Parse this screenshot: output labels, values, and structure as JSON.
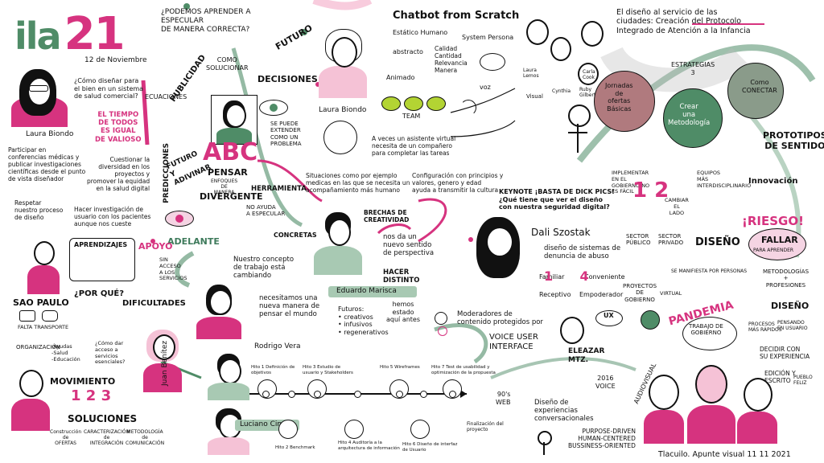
{
  "header": {
    "logo_text": "ila",
    "logo_number": "21",
    "date": "12 de Noviembre"
  },
  "speaker1": {
    "name": "Laura Biondo",
    "question": "¿Cómo diseñar para\nel bien en un sistema\nde salud comercial?",
    "quote": "EL TIEMPO\nDE TODOS\nES IGUAL\nDE VALIOSO",
    "note1": "Participar en\nconferencias médicas y\npublicar investigaciones\ncientíficas desde el punto\nde vista diseñador",
    "note2": "Cuestionar la\ndiversidad en los\nproyectos y\npromover la equidad\nen la salud digital",
    "note3": "Respetar\nnuestro proceso\nde diseño",
    "note4": "Hacer investigación de\nusuario con los pacientes\naunque nos cueste"
  },
  "center_top": {
    "question": "¿PODEMOS APRENDER A\nESPECULAR\nDE MANERA CORRECTA?",
    "solve": "COMO\nSOLUCIONAR",
    "futuro": "FUTURO",
    "decisiones": "DECISIONES",
    "publicidad": "PUBLICIDAD",
    "ecuaciones": "ECUACIONES",
    "predicciones": "PREDICCIONES",
    "futuro_adivinar": "FUTURO\nY\nADIVINAR",
    "abc": "ABC",
    "pensar": "PENSAR",
    "pensar_sub": "ENFOQUES\nDE\nMANERA",
    "divergente": "DIVERGENTE",
    "herramienta": "HERRAMIENTA",
    "especular": "NO AYUDA\nA ESPECULAR",
    "concretas": "CONCRETAS",
    "adelante": "ADELANTE",
    "se_puede": "SE PUEDE\nEXTENDER\nCOMO UN\nPROBLEMA"
  },
  "chatbot": {
    "title": "Chatbot from Scratch",
    "estatico": "Estático Humano",
    "abstracto": "abstracto",
    "animado": "Animado",
    "system": "System Persona",
    "calidad": "Calidad\nCantidad\nRelevancia\nManera",
    "voz": "voz",
    "visual": "Visual",
    "team": "TEAM",
    "speaker": "Laura Biondo",
    "note1": "A veces un asistente virtual\nnecesita de un compañero\npara completar las tareas",
    "note2": "Situaciones como por ejemplo\nmedicas en las que se necesita un\nacompañamiento más humano",
    "note3": "Configuración con principios y\nvalores, genero y edad\nayuda a transmitir la cultura",
    "team_names": [
      "Laura\nLemos",
      "Cynthia",
      "Carla\nCook",
      "Ruby\nGilbert"
    ]
  },
  "right_top": {
    "title": "El diseño al servicio de las\nciudades: Creación del Protocolo\nIntegrado de Atención a la Infancia",
    "estrategias": "ESTRATEGIAS\n3",
    "jornadas": "Jornadas\nde\nofertas\nBásicas",
    "crear": "Crear\nuna\nMetodología",
    "conectar": "Como\nCONECTAR",
    "prototipos": "PROTOTIPOS\nDE SENTIDO",
    "implementar": "IMPLEMENTAR\nEN EL\nGOBIERNO NO\nES FÁCIL",
    "equipos": "EQUIPOS\nMÁS\nINTERDISCIPLINARIO",
    "cambiar": "CAMBIAR\nEL\nLADO",
    "innovacion": "Innovación",
    "riesgo": "¡RIESGO!",
    "fallar": "FALLAR",
    "para_aprender": "PARA APRENDER",
    "diseno": "DISEÑO",
    "sector_publico": "SECTOR\nPÚBLICO",
    "sector_privado": "SECTOR\nPRIVADO",
    "metodologias": "METODOLOGÍAS\n+\nPROFESIONES",
    "proyectos": "PROYECTOS\nDE\nGOBIERNO",
    "virtual": "VIRTUAL",
    "pandemia": "PANDEMIA",
    "trabajo": "TRABAJO DE\nGOBIERNO",
    "diseno2": "DISEÑO",
    "procesos": "PROCESOS\nMÁS RÁPIDOS",
    "pensando": "PENSANDO\nEN USUARIO",
    "decidir": "DECIDIR CON\nSU EXPERIENCIA",
    "edicion": "EDICIÓN Y\nESCRITO",
    "pueblo": "PUEBLO\nFELIZ",
    "pandemia_top": "SE MANIFIESTA POR PERSONAS"
  },
  "middle": {
    "apoyo": "APOYO",
    "aprendizajes": "APRENDIZAJES",
    "sao_paulo": "SAO PAULO",
    "falta": "FALTA TRANSPORTE",
    "por_que": "¿POR QUÉ?",
    "dificultad": "DIFICULTADES",
    "sin_acceso": "SIN\nACCESO\nA LOS\nSERVICIOS",
    "organizacion": "ORGANIZACIÓN",
    "org_items": "-Ayudas\n-Salud\n-Educación",
    "servicios": "¿Cómo dar\nacceso a\nservicios\nesenciales?",
    "movimiento": "MOVIMIENTO",
    "soluciones": "SOLUCIONES",
    "sol_items": [
      "Construcción\nde\nOFERTAS",
      "CARACTERIZACIÓN\nde\nINTEGRACIÓN",
      "METODOLOGÍA\nde\nCOMUNICACIÓN"
    ],
    "concepto": "Nuestro concepto\nde trabajo está\ncambiando",
    "necesitamos": "necesitamos una\nnueva manera de\npensar el mundo",
    "rodrigo": "Rodrigo Vera",
    "brechas": "BRECHAS DE\nCREATIVIDAD",
    "sentido": "nos da un\nnuevo sentido\nde perspectiva",
    "hacer": "HACER\nDISTINTO",
    "eduardo": "Eduardo Marisca",
    "futuros": "Futuros:\n• creativos\n• infusivos\n• regenerativos",
    "hemos": "hemos\nestado\naquí antes",
    "moderadores": "Moderadores de\ncontenido protegidos por",
    "voice": "VOICE USER\nINTERFACE",
    "eleazar": "ELEAZAR\nMTZ.",
    "keynote": "KEYNOTE ¡BASTA DE DICK PICS!\n¿Qué tiene que ver el diseño\ncon nuestra seguridad digital?",
    "dali": "Dali Szostak",
    "denuncia": "diseño de sistemas de\ndenuncia de abuso",
    "familiar": "Familiar",
    "conveniente": "Conveniente",
    "receptivo": "Receptivo",
    "empoderador": "Empoderador",
    "ux": "UX"
  },
  "bottom": {
    "juan": "Juan Benítez",
    "luciano": "Luciano Cimino",
    "timeline_top": [
      "Hito 1 Definición de\nobjetivos",
      "Hito 3 Estudio de\nusuario y Stakeholders",
      "Hito 5 Wireframes",
      "Hito 7 Test de usabilidad y\noptimización de la propuesta"
    ],
    "timeline_bottom": [
      "Hito 2 Benchmark",
      "Hito 4 Auditoría a la\narquitectura de información",
      "Hito 6 Diseño de interfaz\nde Usuario"
    ],
    "finalizacion": "Finalización del\nproyecto",
    "web": "90's\nWEB",
    "voice_year": "2016\nVOICE",
    "experiencias": "Diseño de\nexperiencias\nconversacionales",
    "purpose": "PURPOSE-DRIVEN\nHUMAN-CENTERED\nBUSSINESS-ORIENTED",
    "signature": "Tlacuilo. Apunte visual  11 11 2021",
    "audiovisual": "AUDIOVISUAL"
  },
  "colors": {
    "pink": "#d6337f",
    "green": "#4f8c67",
    "dark": "#111111",
    "mauve": "#b07a7e",
    "grey_green": "#8a9b8a"
  }
}
